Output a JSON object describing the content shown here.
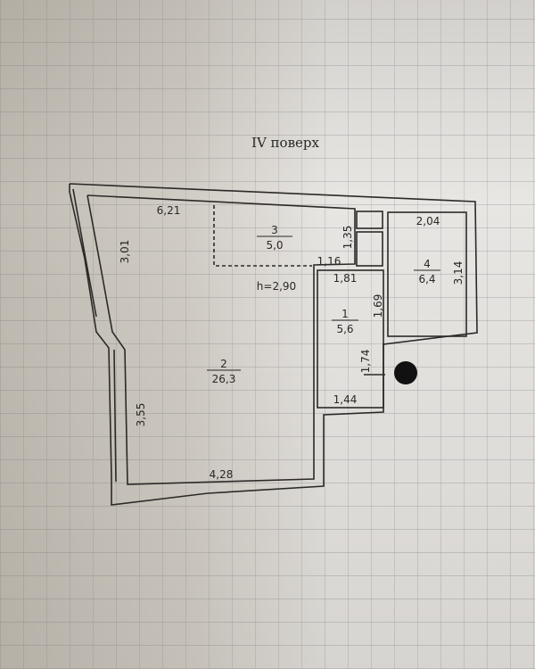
{
  "title": "IV поверх",
  "height_label": "h=2,90",
  "rooms": [
    {
      "number": "1",
      "area": "5,6"
    },
    {
      "number": "2",
      "area": "26,3"
    },
    {
      "number": "3",
      "area": "5,0"
    },
    {
      "number": "4",
      "area": "6,4"
    }
  ],
  "dimensions": [
    "6,21",
    "3,01",
    "3,55",
    "4,28",
    "1,35",
    "1,16",
    "1,81",
    "1,69",
    "1,74",
    "1,44",
    "2,04",
    "3,14"
  ]
}
